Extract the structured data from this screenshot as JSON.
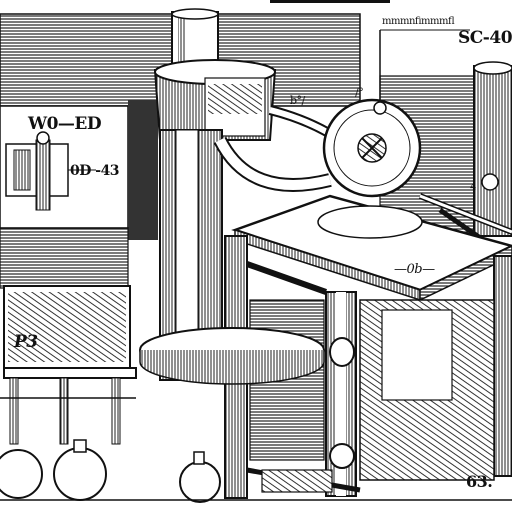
{
  "labels": {
    "top_right": "mmmnﬁmmmﬂ",
    "top_code": "SC-40",
    "left_top": "W0—ED",
    "left_mid": "0D -43",
    "centre": "—0b—",
    "box": "P3",
    "corner": "63.",
    "small_1": "b°/",
    "small_2": "/°",
    "small_3": "4"
  },
  "colors": {
    "ink": "#111111",
    "paper": "#ffffff",
    "shade": "#777777"
  }
}
